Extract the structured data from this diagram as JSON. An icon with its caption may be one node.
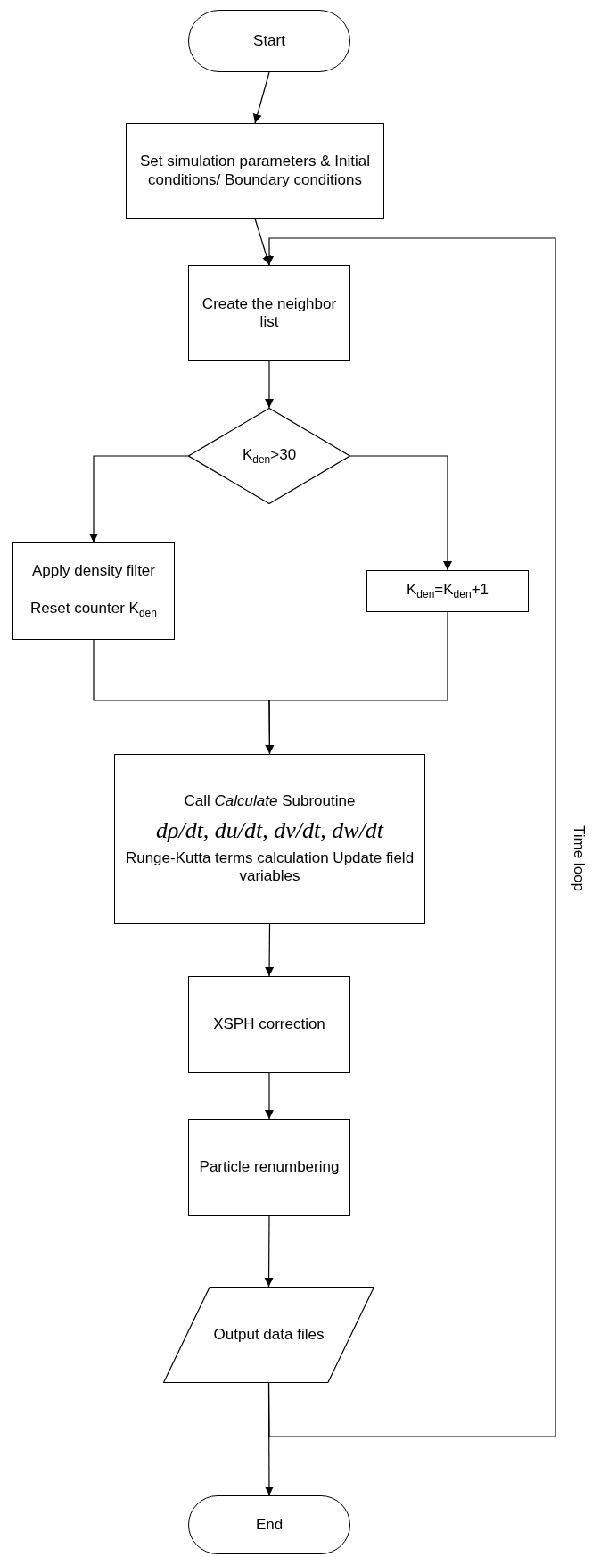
{
  "diagram": {
    "nodes": [
      {
        "text": [
          "Start"
        ]
      },
      {
        "text": [
          "Set simulation parameters & Initial conditions/ Boundary conditions"
        ]
      },
      {
        "text": [
          "Create the neighbor list"
        ]
      },
      {
        "text": [
          "K$_{den}$>30"
        ]
      },
      {
        "text": [
          "Apply density filter",
          "Reset counter K$_{den}$"
        ]
      },
      {
        "text": [
          "K$_{den}$=K$_{den}$+1"
        ]
      },
      {
        "text": [
          "Call *Calculate* Subroutine",
          "dρ/dt, du/dt, dv/dt, dw/dt",
          "Runge-Kutta terms calculation Update field variables"
        ]
      },
      {
        "text": [
          "XSPH correction"
        ]
      },
      {
        "text": [
          "Particle renumbering"
        ]
      },
      {
        "text": [
          "Output data files"
        ]
      },
      {
        "text": [
          "End"
        ]
      }
    ],
    "edges": [
      {
        "from": 0,
        "to": 1,
        "arrow": "to"
      },
      {
        "from": 1,
        "to": 2,
        "arrow": "to"
      },
      {
        "from": 2,
        "to": 3,
        "arrow": "to"
      },
      {
        "from": 3,
        "to": 4,
        "arrow": "to"
      },
      {
        "from": 3,
        "to": 5,
        "arrow": "to"
      },
      {
        "from": 4,
        "to": 6,
        "arrow": "none"
      },
      {
        "from": 5,
        "to": 6,
        "arrow": "to"
      },
      {
        "from": 6,
        "to": 7,
        "arrow": "to"
      },
      {
        "from": 7,
        "to": 8,
        "arrow": "to"
      },
      {
        "from": 8,
        "to": 9,
        "arrow": "to"
      },
      {
        "from": 9,
        "to": 10,
        "arrow": "to"
      },
      {
        "from": 9,
        "to": 2,
        "arrow": "to",
        "label": "Time loop"
      }
    ]
  }
}
